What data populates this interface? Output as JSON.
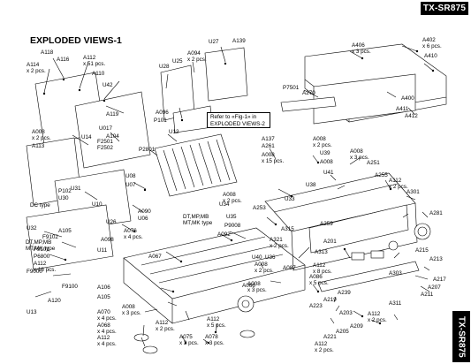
{
  "header": {
    "model": "TX-SR875",
    "side_tab": "TX-SR875"
  },
  "page": {
    "title": "EXPLODED VIEWS-1"
  },
  "reference_note": {
    "line1": "Refer to «Fig-1» in",
    "line2": "EXPLODED VIEWS-2"
  },
  "notes": {
    "dc_type": "DC type",
    "dt_type_line1": "DT,MP,MB",
    "dt_type_line2": "MT,MK type",
    "model_note_line1": "DT,MP,MB",
    "model_note_line2": "MT,MK type"
  },
  "callouts": [
    {
      "label": "A118",
      "qty": ""
    },
    {
      "label": "A116",
      "qty": ""
    },
    {
      "label": "A114",
      "qty": "x 2 pcs."
    },
    {
      "label": "A112",
      "qty": "x 51 pcs."
    },
    {
      "label": "A110",
      "qty": ""
    },
    {
      "label": "U42",
      "qty": ""
    },
    {
      "label": "A119",
      "qty": ""
    },
    {
      "label": "A094",
      "qty": "x 2 pcs."
    },
    {
      "label": "U27",
      "qty": ""
    },
    {
      "label": "A139",
      "qty": ""
    },
    {
      "label": "U25",
      "qty": ""
    },
    {
      "label": "U28",
      "qty": ""
    },
    {
      "label": "A096",
      "qty": ""
    },
    {
      "label": "P101",
      "qty": ""
    },
    {
      "label": "U12",
      "qty": ""
    },
    {
      "label": "A008",
      "qty": "x 2 pcs."
    },
    {
      "label": "U14",
      "qty": ""
    },
    {
      "label": "U017",
      "qty": ""
    },
    {
      "label": "A104",
      "qty": ""
    },
    {
      "label": "F2501",
      "qty": ""
    },
    {
      "label": "F2502",
      "qty": ""
    },
    {
      "label": "A113",
      "qty": ""
    },
    {
      "label": "P2801",
      "qty": ""
    },
    {
      "label": "U08",
      "qty": ""
    },
    {
      "label": "U07",
      "qty": ""
    },
    {
      "label": "U31",
      "qty": ""
    },
    {
      "label": "P102",
      "qty": ""
    },
    {
      "label": "U30",
      "qty": ""
    },
    {
      "label": "U10",
      "qty": ""
    },
    {
      "label": "A090",
      "qty": ""
    },
    {
      "label": "U06",
      "qty": ""
    },
    {
      "label": "U26",
      "qty": ""
    },
    {
      "label": "U32",
      "qty": ""
    },
    {
      "label": "A105",
      "qty": ""
    },
    {
      "label": "F9102",
      "qty": ""
    },
    {
      "label": "A098",
      "qty": ""
    },
    {
      "label": "A076",
      "qty": "x 4 pcs."
    },
    {
      "label": "F9101",
      "qty": ""
    },
    {
      "label": "P6800",
      "qty": ""
    },
    {
      "label": "A112",
      "qty": "x 18 pcs."
    },
    {
      "label": "U11",
      "qty": ""
    },
    {
      "label": "F9000",
      "qty": ""
    },
    {
      "label": "F9100",
      "qty": ""
    },
    {
      "label": "A120",
      "qty": ""
    },
    {
      "label": "U13",
      "qty": ""
    },
    {
      "label": "A067",
      "qty": ""
    },
    {
      "label": "A092",
      "qty": ""
    },
    {
      "label": "A106",
      "qty": ""
    },
    {
      "label": "A105",
      "qty": ""
    },
    {
      "label": "A008",
      "qty": "x 3 pcs."
    },
    {
      "label": "A070",
      "qty": "x 4 pcs."
    },
    {
      "label": "A068",
      "qty": "x 4 pcs."
    },
    {
      "label": "A112",
      "qty": "x 4 pcs."
    },
    {
      "label": "A112",
      "qty": "x 2 pcs."
    },
    {
      "label": "A112",
      "qty": "x 5 pcs."
    },
    {
      "label": "A075",
      "qty": "x 3 pcs."
    },
    {
      "label": "A078",
      "qty": "x 3 pcs."
    },
    {
      "label": "A066",
      "qty": ""
    },
    {
      "label": "A008",
      "qty": "x 2 pcs."
    },
    {
      "label": "A087",
      "qty": ""
    },
    {
      "label": "U40",
      "qty": ""
    },
    {
      "label": "U36",
      "qty": ""
    },
    {
      "label": "A008",
      "qty": "x 3 pcs."
    },
    {
      "label": "P9008",
      "qty": ""
    },
    {
      "label": "U35",
      "qty": ""
    },
    {
      "label": "A315",
      "qty": ""
    },
    {
      "label": "A321",
      "qty": "x 2 pcs."
    },
    {
      "label": "A008",
      "qty": "x 2 pcs."
    },
    {
      "label": "U34",
      "qty": ""
    },
    {
      "label": "A253",
      "qty": ""
    },
    {
      "label": "U33",
      "qty": ""
    },
    {
      "label": "A137",
      "qty": ""
    },
    {
      "label": "A261",
      "qty": ""
    },
    {
      "label": "A008",
      "qty": "x 15 pcs."
    },
    {
      "label": "A008",
      "qty": "x 2 pcs."
    },
    {
      "label": "U39",
      "qty": ""
    },
    {
      "label": "A008",
      "qty": ""
    },
    {
      "label": "U38",
      "qty": ""
    },
    {
      "label": "U41",
      "qty": ""
    },
    {
      "label": "A406",
      "qty": "x 3 pcs."
    },
    {
      "label": "P7501",
      "qty": ""
    },
    {
      "label": "A270",
      "qty": ""
    },
    {
      "label": "A402",
      "qty": "x 6 pcs."
    },
    {
      "label": "A410",
      "qty": ""
    },
    {
      "label": "A400",
      "qty": ""
    },
    {
      "label": "A411",
      "qty": ""
    },
    {
      "label": "A412",
      "qty": ""
    },
    {
      "label": "A008",
      "qty": "x 3 pcs."
    },
    {
      "label": "A251",
      "qty": ""
    },
    {
      "label": "A255",
      "qty": ""
    },
    {
      "label": "A112",
      "qty": "x 2 pcs."
    },
    {
      "label": "A301",
      "qty": ""
    },
    {
      "label": "A259",
      "qty": ""
    },
    {
      "label": "A281",
      "qty": ""
    },
    {
      "label": "A201",
      "qty": ""
    },
    {
      "label": "A313",
      "qty": ""
    },
    {
      "label": "A213",
      "qty": ""
    },
    {
      "label": "A215",
      "qty": ""
    },
    {
      "label": "A112",
      "qty": "x 8 pcs."
    },
    {
      "label": "A086",
      "qty": "x 5 pcs."
    },
    {
      "label": "A303",
      "qty": ""
    },
    {
      "label": "A217",
      "qty": ""
    },
    {
      "label": "A207",
      "qty": ""
    },
    {
      "label": "A211",
      "qty": ""
    },
    {
      "label": "A239",
      "qty": ""
    },
    {
      "label": "A219",
      "qty": ""
    },
    {
      "label": "A223",
      "qty": ""
    },
    {
      "label": "A311",
      "qty": ""
    },
    {
      "label": "A203",
      "qty": ""
    },
    {
      "label": "A112",
      "qty": "x 2 pcs."
    },
    {
      "label": "A209",
      "qty": ""
    },
    {
      "label": "A205",
      "qty": ""
    },
    {
      "label": "A221",
      "qty": ""
    },
    {
      "label": "A112",
      "qty": "x 2 pcs."
    }
  ]
}
